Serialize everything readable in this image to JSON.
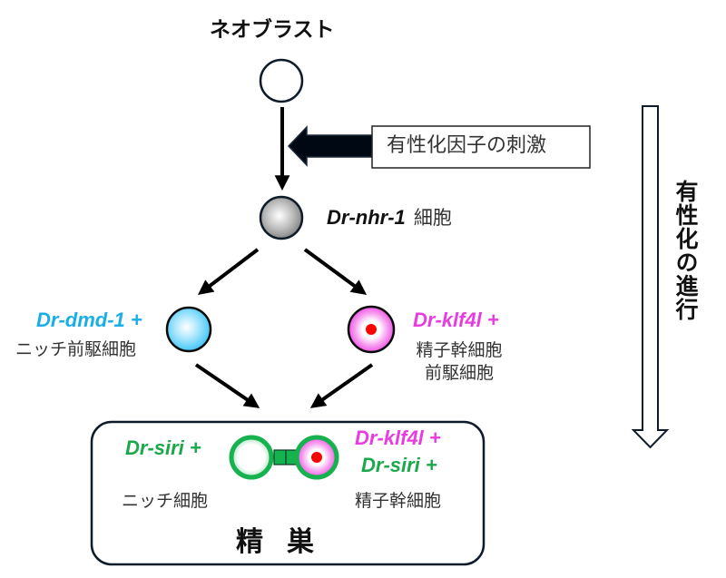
{
  "title": "ネオブラスト",
  "stimulus_label": "有性化因子の刺激",
  "progress_label": "有性化の進行",
  "nhr_cell": {
    "gene": "Dr-nhr-1",
    "suffix": "細胞"
  },
  "niche_precursor": {
    "gene": "Dr-dmd-1 +",
    "label": "ニッチ前駆細胞"
  },
  "germline_precursor": {
    "gene": "Dr-klf4l +",
    "label_line1": "精子幹細胞",
    "label_line2": "前駆細胞"
  },
  "testis": {
    "niche_gene": "Dr-siri +",
    "niche_label": "ニッチ細胞",
    "stem_gene_1": "Dr-klf4l +",
    "stem_gene_2": "Dr-siri +",
    "stem_label": "精子幹細胞",
    "organ_label": "精巣"
  },
  "colors": {
    "outline": "#0d1b2a",
    "arrow": "#000000",
    "dmd_blue": "#1aaee8",
    "klf4l_magenta": "#e83ce0",
    "siri_green": "#1aa84a",
    "cell_blue": "#5fd0fb",
    "cell_magenta": "#f04fe6",
    "cell_gray": "#9a9a9a",
    "nucleus_red": "#ff0000",
    "ring_green": "#16b24f"
  }
}
